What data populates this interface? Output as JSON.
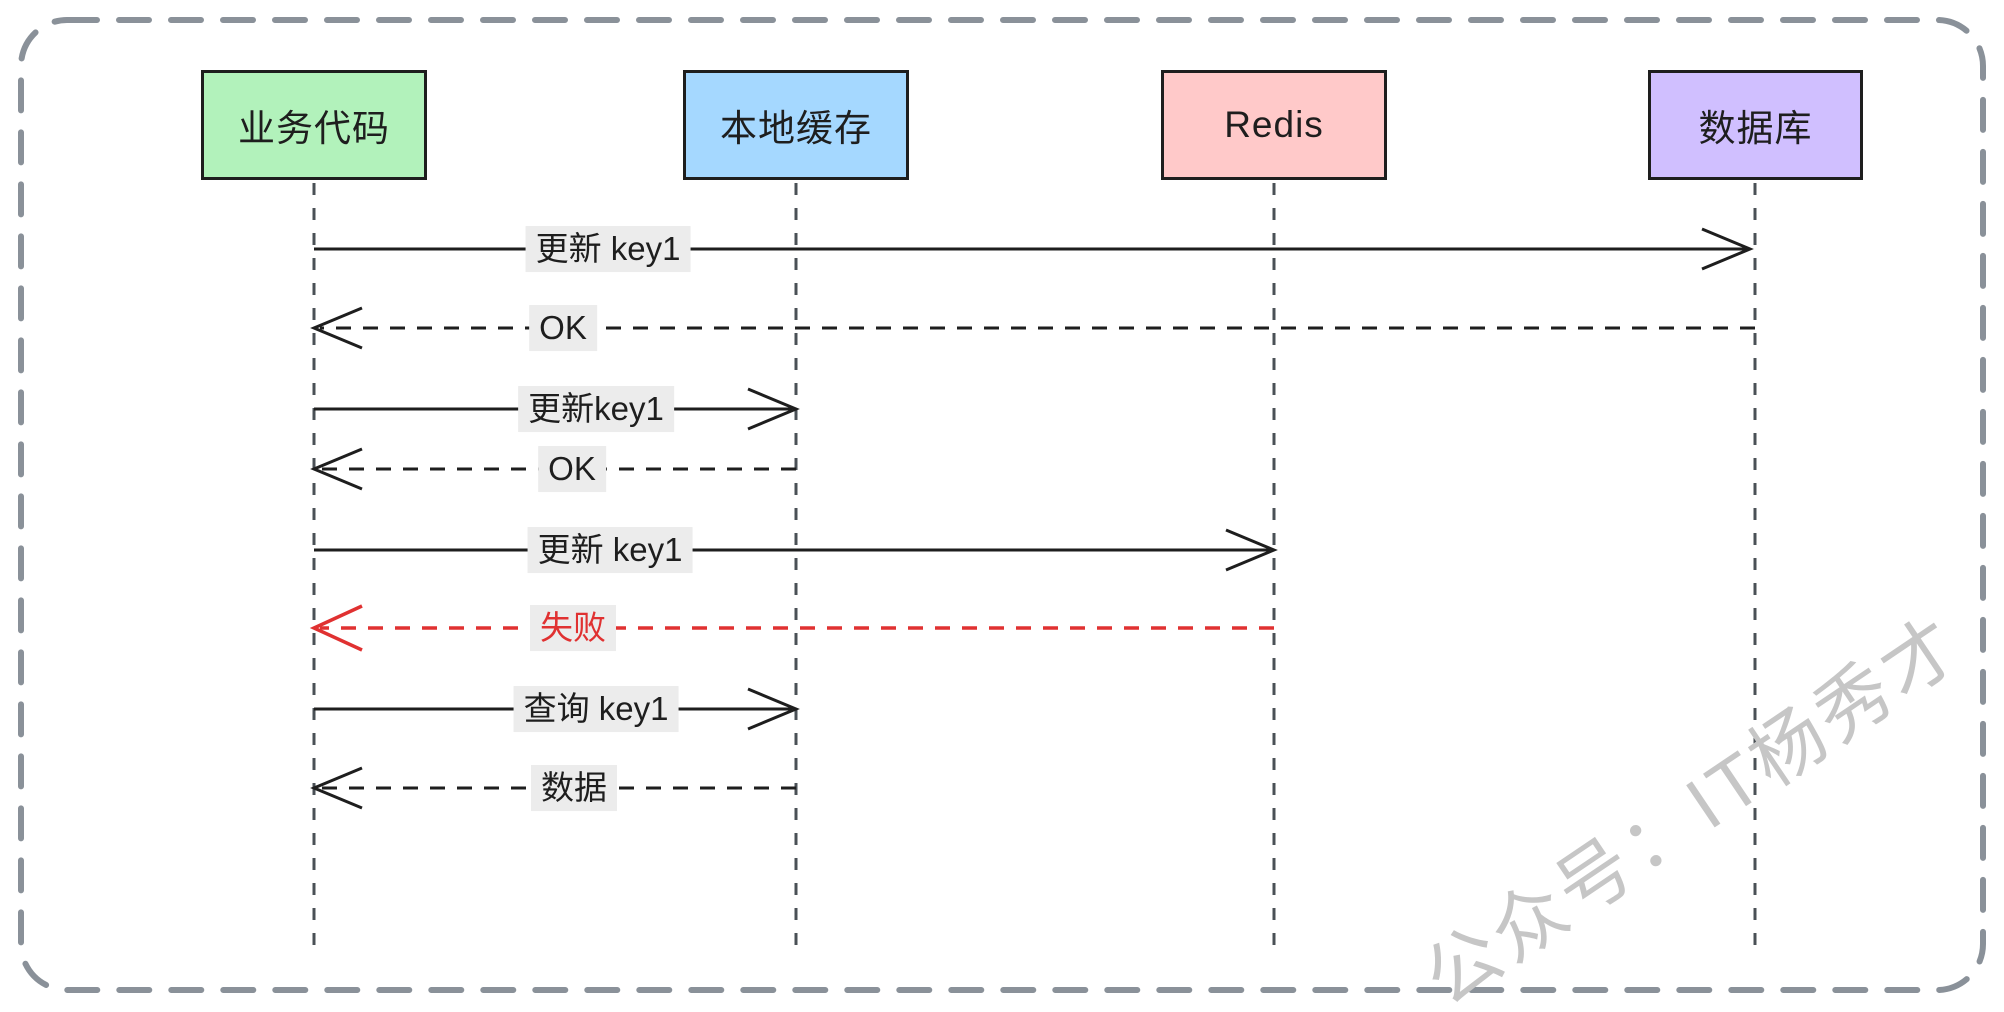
{
  "actors": [
    {
      "label": "业务代码",
      "color": "#b2f2bb"
    },
    {
      "label": "本地缓存",
      "color": "#a5d8ff"
    },
    {
      "label": "Redis",
      "color": "#ffc9c9"
    },
    {
      "label": "数据库",
      "color": "#d0bfff"
    }
  ],
  "messages": [
    {
      "label": "更新 key1",
      "from": "业务代码",
      "to": "数据库",
      "style": "solid",
      "color": "#1e1e1e"
    },
    {
      "label": "OK",
      "from": "数据库",
      "to": "业务代码",
      "style": "dashed",
      "color": "#1e1e1e"
    },
    {
      "label": "更新key1",
      "from": "业务代码",
      "to": "本地缓存",
      "style": "solid",
      "color": "#1e1e1e"
    },
    {
      "label": "OK",
      "from": "本地缓存",
      "to": "业务代码",
      "style": "dashed",
      "color": "#1e1e1e"
    },
    {
      "label": "更新 key1",
      "from": "业务代码",
      "to": "Redis",
      "style": "solid",
      "color": "#1e1e1e"
    },
    {
      "label": "失败",
      "from": "Redis",
      "to": "业务代码",
      "style": "dashed",
      "color": "#e03131"
    },
    {
      "label": "查询 key1",
      "from": "业务代码",
      "to": "本地缓存",
      "style": "solid",
      "color": "#1e1e1e"
    },
    {
      "label": "数据",
      "from": "本地缓存",
      "to": "业务代码",
      "style": "dashed",
      "color": "#1e1e1e"
    }
  ],
  "watermark": {
    "text": "公众号：IT杨秀才"
  },
  "colors": {
    "stroke": "#1e1e1e",
    "error_red": "#e03131",
    "label_background": "#ececec",
    "lifeline_gray": "#4a5056",
    "outer_border_gray": "#8a9199",
    "watermark_gray": "#c6c6c6",
    "canvas_background": "#ffffff"
  }
}
